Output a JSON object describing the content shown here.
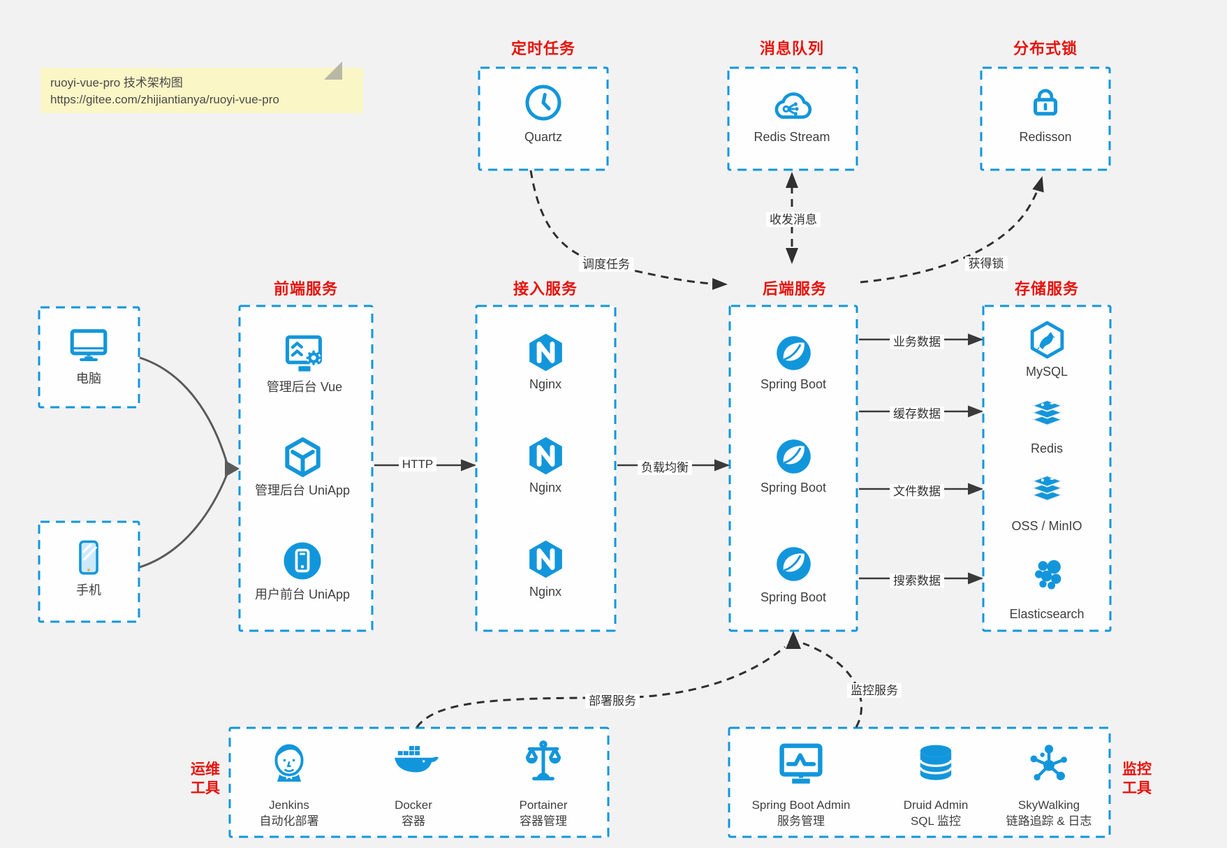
{
  "note": {
    "line1": "ruoyi-vue-pro 技术架构图",
    "line2": "https://gitee.com/zhijiantianya/ruoyi-vue-pro"
  },
  "sections": {
    "scheduler": {
      "title": "定时任务",
      "node": {
        "label": "Quartz",
        "icon": "clock-icon"
      }
    },
    "mq": {
      "title": "消息队列",
      "node": {
        "label": "Redis Stream",
        "icon": "cloud-network-icon"
      }
    },
    "lock": {
      "title": "分布式锁",
      "node": {
        "label": "Redisson",
        "icon": "lock-icon"
      }
    },
    "clients": {
      "pc": {
        "label": "电脑",
        "icon": "desktop-icon"
      },
      "mobile": {
        "label": "手机",
        "icon": "smartphone-icon"
      }
    },
    "frontend": {
      "title": "前端服务",
      "items": [
        {
          "label": "管理后台 Vue",
          "icon": "admin-vue-icon"
        },
        {
          "label": "管理后台 UniApp",
          "icon": "cube-icon"
        },
        {
          "label": "用户前台 UniApp",
          "icon": "mobile-app-icon"
        }
      ]
    },
    "gateway": {
      "title": "接入服务",
      "items": [
        {
          "label": "Nginx",
          "icon": "nginx-icon"
        },
        {
          "label": "Nginx",
          "icon": "nginx-icon"
        },
        {
          "label": "Nginx",
          "icon": "nginx-icon"
        }
      ]
    },
    "backend": {
      "title": "后端服务",
      "items": [
        {
          "label": "Spring Boot",
          "icon": "spring-icon"
        },
        {
          "label": "Spring Boot",
          "icon": "spring-icon"
        },
        {
          "label": "Spring Boot",
          "icon": "spring-icon"
        }
      ]
    },
    "storage": {
      "title": "存储服务",
      "items": [
        {
          "label": "MySQL",
          "icon": "mysql-icon"
        },
        {
          "label": "Redis",
          "icon": "redis-stack-icon"
        },
        {
          "label": "OSS / MinIO",
          "icon": "oss-stack-icon"
        },
        {
          "label": "Elasticsearch",
          "icon": "elasticsearch-icon"
        }
      ]
    },
    "ops": {
      "title_line1": "运维",
      "title_line2": "工具",
      "items": [
        {
          "line1": "Jenkins",
          "line2": "自动化部署",
          "icon": "jenkins-icon"
        },
        {
          "line1": "Docker",
          "line2": "容器",
          "icon": "docker-icon"
        },
        {
          "line1": "Portainer",
          "line2": "容器管理",
          "icon": "portainer-icon"
        }
      ]
    },
    "monitoring": {
      "title_line1": "监控",
      "title_line2": "工具",
      "items": [
        {
          "line1": "Spring Boot Admin",
          "line2": "服务管理",
          "icon": "spring-boot-admin-icon"
        },
        {
          "line1": "Druid Admin",
          "line2": "SQL 监控",
          "icon": "druid-icon"
        },
        {
          "line1": "SkyWalking",
          "line2": "链路追踪 & 日志",
          "icon": "skywalking-icon"
        }
      ]
    }
  },
  "edges": {
    "http": "HTTP",
    "load_balance": "负载均衡",
    "schedule_task": "调度任务",
    "send_receive_message": "收发消息",
    "acquire_lock": "获得锁",
    "business_data": "业务数据",
    "cache_data": "缓存数据",
    "file_data": "文件数据",
    "search_data": "搜索数据",
    "deploy_service": "部署服务",
    "monitor_service": "监控服务"
  },
  "colors": {
    "accent_blue": "#1296db",
    "title_red": "#e8120c",
    "arrow_dark": "#3a3a3a",
    "curve_gray": "#5a5a5a",
    "note_bg": "#faf6c5",
    "page_bg": "#f2f2f2",
    "box_bg": "#fefefe",
    "text": "#3f3f3f"
  }
}
